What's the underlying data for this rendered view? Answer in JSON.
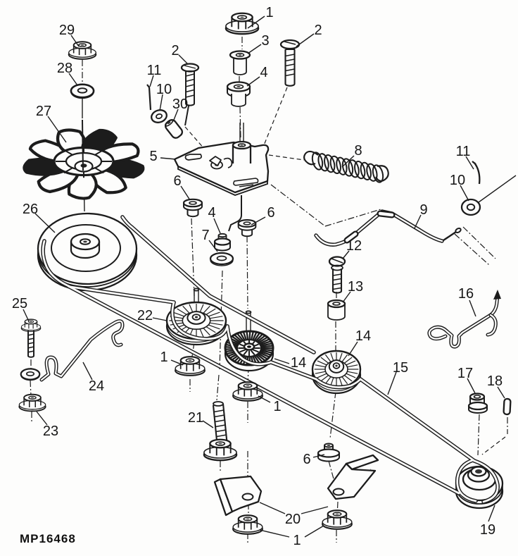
{
  "figure": {
    "code": "MP16468"
  },
  "colors": {
    "ink": "#1c1c1c",
    "paper": "#fdfdfc"
  },
  "callouts": {
    "c1_top": "1",
    "c2_top_right": "2",
    "c3": "3",
    "c4_top": "4",
    "c29": "29",
    "c28": "28",
    "c27": "27",
    "c26": "26",
    "c2_left": "2",
    "c11_left": "11",
    "c10_left": "10",
    "c30": "30",
    "c5": "5",
    "c6_left": "6",
    "c4_mid": "4",
    "c7": "7",
    "c6_mid": "6",
    "c8": "8",
    "c9": "9",
    "c10_right": "10",
    "c11_right": "11",
    "c12": "12",
    "c13": "13",
    "c14_mid": "14",
    "c14_right": "14",
    "c15": "15",
    "c16": "16",
    "c17": "17",
    "c18": "18",
    "c19": "19",
    "c20": "20",
    "c21": "21",
    "c22": "22",
    "c23": "23",
    "c24": "24",
    "c25": "25",
    "c1_mid_left": "1",
    "c1_mid": "1",
    "c1_bottom": "1",
    "c6_bottom": "6"
  }
}
